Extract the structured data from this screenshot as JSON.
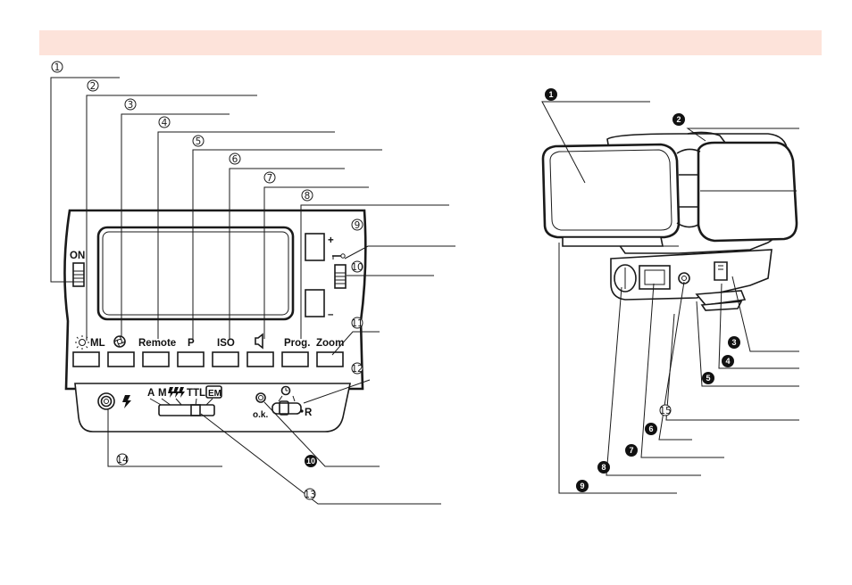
{
  "panel": {
    "on_label": "ON",
    "plus_label": "+",
    "minus_label": "–",
    "button_labels": [
      "ML",
      "Remote",
      "P",
      "ISO",
      "Prog.",
      "Zoom"
    ],
    "mode_labels": [
      "A",
      "M",
      "TTL",
      "EM"
    ],
    "ok_label": "o.k.",
    "r_label": "R"
  },
  "callouts_circled": [
    "①",
    "②",
    "③",
    "④",
    "⑤",
    "⑥",
    "⑦",
    "⑧",
    "⑨",
    "⑩",
    "⑪",
    "⑫",
    "⑬",
    "⑭",
    "⑮"
  ],
  "callouts_bold": [
    "1",
    "2",
    "3",
    "4",
    "5",
    "6",
    "7",
    "8",
    "9",
    "10"
  ],
  "colors": {
    "banner": "#fde3da",
    "ink": "#1a1a1a"
  }
}
